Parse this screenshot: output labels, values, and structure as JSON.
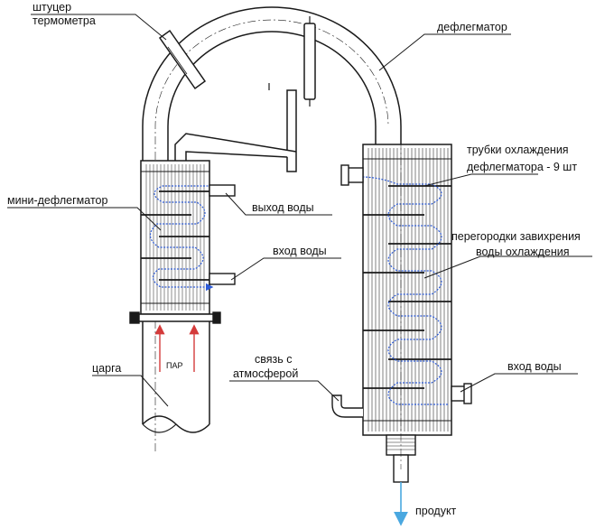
{
  "labels": {
    "thermometer_line1": "штуцер",
    "thermometer_line2": "термометра",
    "dephlegmator": "дефлегматор",
    "tubes_line1": "трубки охлаждения",
    "tubes_line2": "дефлегматора - 9 шт",
    "mini_dephlegmator": "мини-дефлегматор",
    "water_out": "выход воды",
    "water_in_mini": "вход воды",
    "baffles_line1": "перегородки завихрения",
    "baffles_line2": "воды охлаждения",
    "vapor": "ПАР",
    "column": "царга",
    "atmosphere_line1": "связь с",
    "atmosphere_line2": "атмосферой",
    "water_in_main": "вход воды",
    "product": "продукт"
  },
  "colors": {
    "line": "#1a1a1a",
    "water_flow": "#2d5bd6",
    "vapor_flow": "#d43a3a",
    "product_flow": "#4aa8e0"
  }
}
